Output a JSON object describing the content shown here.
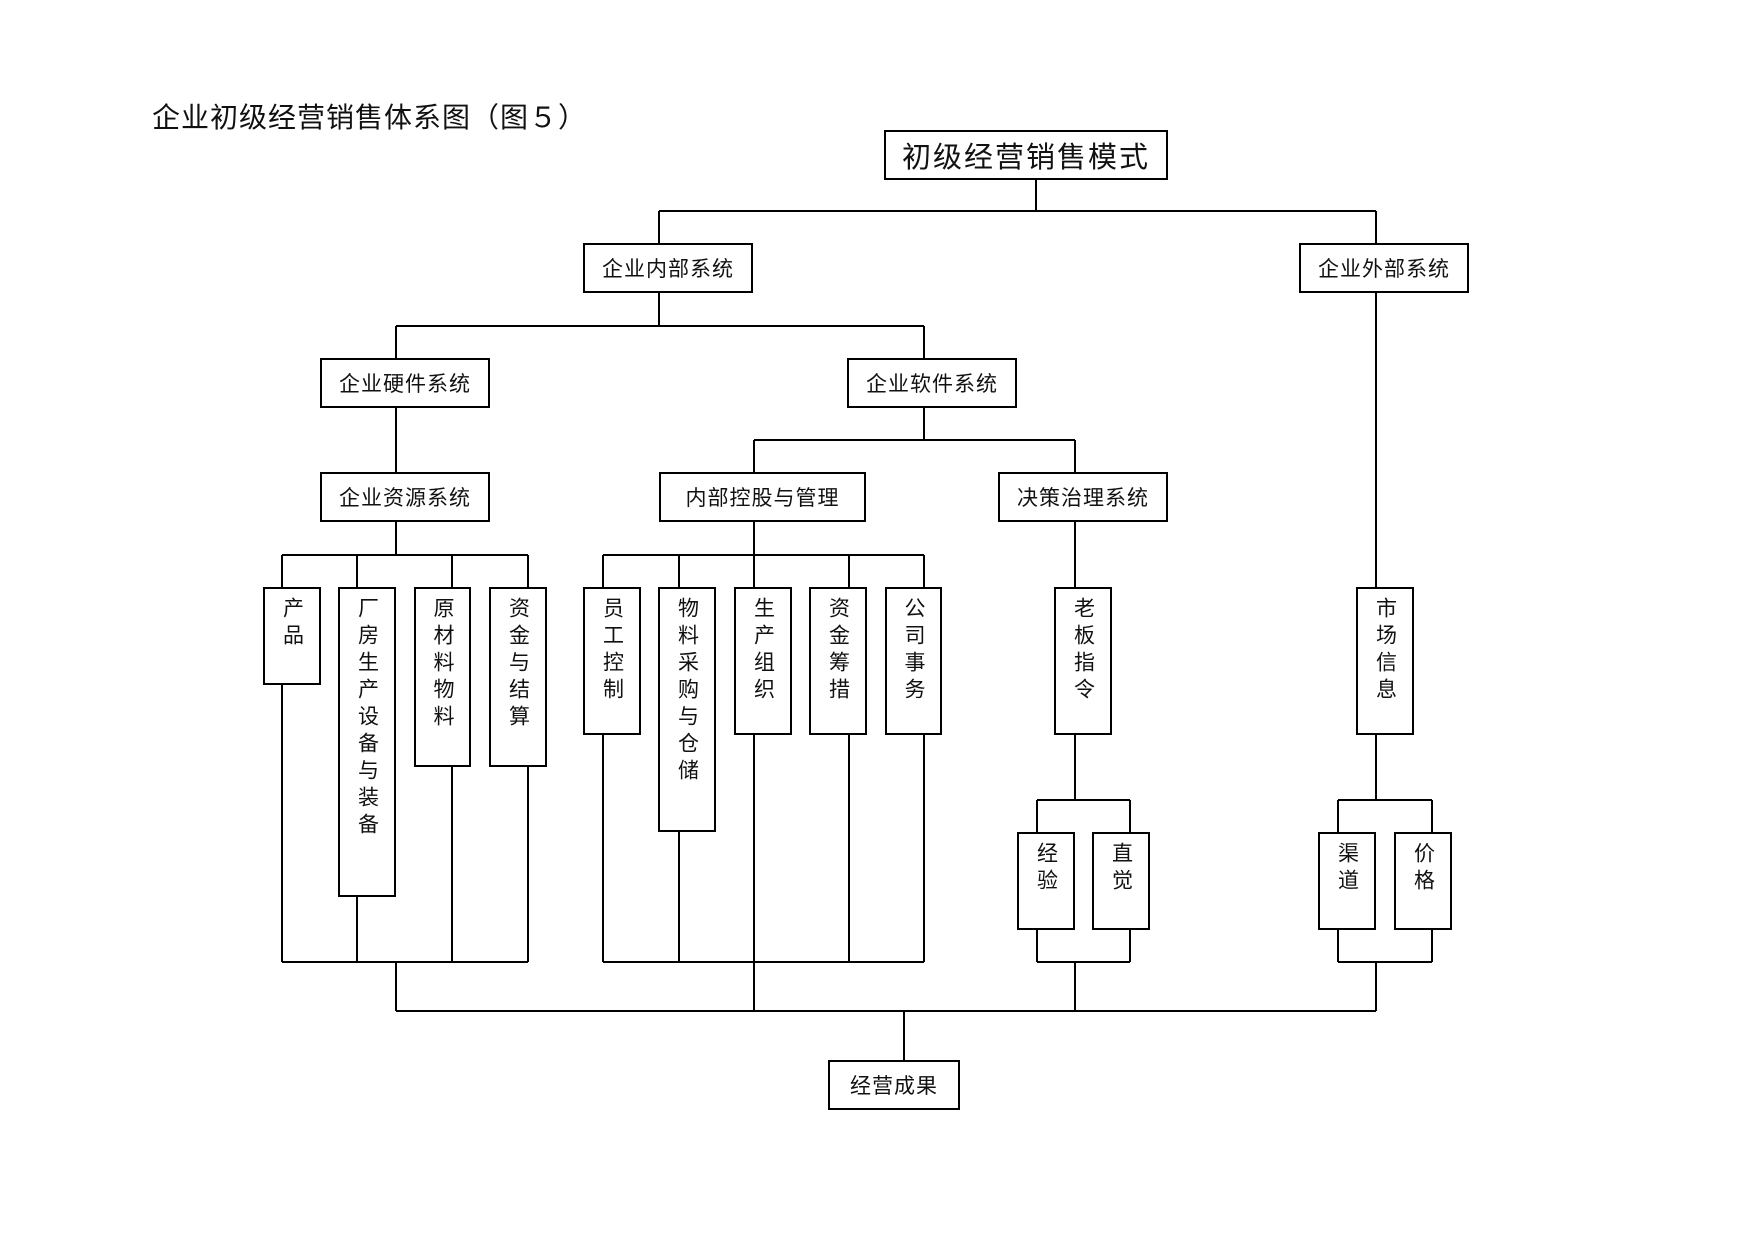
{
  "title": "企业初级经营销售体系图（图５）",
  "nodes": {
    "root": "初级经营销售模式",
    "internal": "企业内部系统",
    "external": "企业外部系统",
    "hardware": "企业硬件系统",
    "software": "企业软件系统",
    "resources": "企业资源系统",
    "control": "内部控股与管理",
    "decision": "决策治理系统",
    "product": "产品",
    "plant": "厂房生产设备与装备",
    "material": "原材料物料",
    "funds_settle": "资金与结算",
    "staff": "员工控制",
    "purchase": "物料采购与仓储",
    "production": "生产组织",
    "funds_raise": "资金筹措",
    "affairs": "公司事务",
    "boss": "老板指令",
    "experience": "经验",
    "intuition": "直觉",
    "market": "市场信息",
    "channel": "渠道",
    "price": "价格",
    "result": "经营成果"
  }
}
